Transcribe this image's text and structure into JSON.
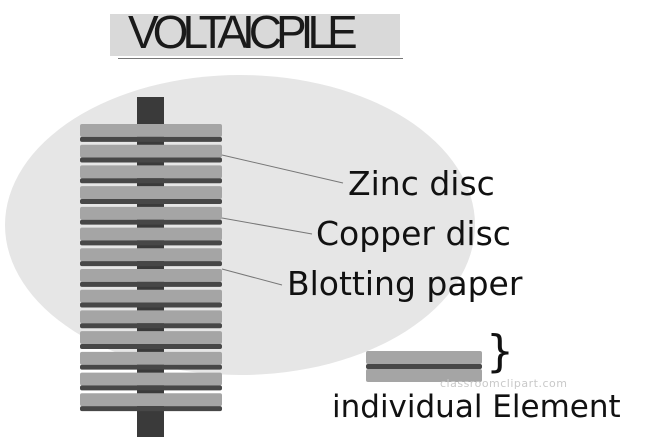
{
  "title": "VOLTAICPILE",
  "labels": {
    "zinc": "Zinc disc",
    "copper": "Copper disc",
    "blotting": "Blotting paper",
    "element": "individual Element",
    "brace": "}"
  },
  "watermark": "classroomclipart.com",
  "colors": {
    "background_ellipse": "#e6e6e6",
    "zinc_disc": "#a5a5a5",
    "copper_disc": "#474747",
    "rod": "#3a3a3a",
    "title_band": "#d9d9d9",
    "text": "#111111"
  },
  "stack": {
    "disc_pairs": 14
  }
}
